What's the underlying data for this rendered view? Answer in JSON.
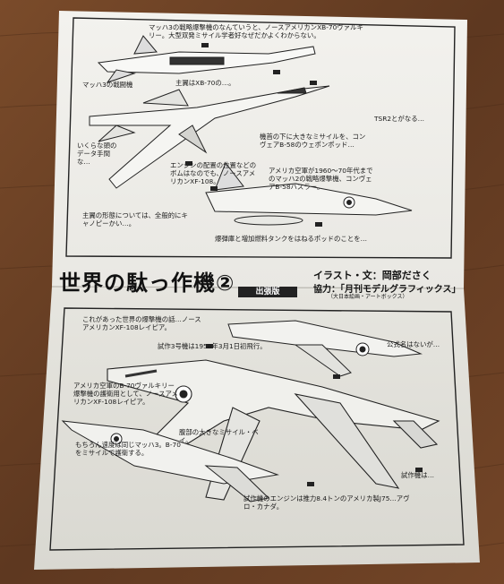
{
  "title": {
    "main": "世界の駄っ作機②",
    "badge": "出張版",
    "illustration_credit": "イラスト・文：岡部ださく",
    "cooperation_credit": "協力：「月刊モデルグラフィックス」",
    "publisher_credit": "（大日本絵画・アートボックス）"
  },
  "top_notes": [
    "マッハ3の戦略爆撃機のなんていうと、ノースアメリカンXB-70ヴァルキリー。大型双発ミサイル学者好なぜだかよくわからない。",
    "主翼はXB-70の…。",
    "マッハ3の戦闘機",
    "エンジンの配置の位置などのボムはなのでも、ノースアメリカンXF-108。",
    "いくらな頭のデータ手間な…",
    "主翼の形態については、全般的にキャノピーかい…。",
    "アメリカ空軍が1960～70年代までのマッハ2の戦略爆撃機、コンヴェアB-58ハスラー。",
    "TSR2とがなる…",
    "機首の下に大きなミサイルを、コンヴェアB-58のウェポンポッド…",
    "爆弾庫と増加燃料タンクをはねるポッドのことを…"
  ],
  "bottom_notes": [
    "これがあった世界の爆撃機の話…ノースアメリカンXF-108レイピア。",
    "試作3号機は1958年3月1日初飛行。",
    "アメリカ空軍のB-70ヴァルキリー爆撃機の護衛用として、ノースアメリカンXF-108レイピア。",
    "もちろん速度は同じマッハ3。B-70をミサイルで護衛する。",
    "腹部の大きなミサイル・ベイ。",
    "試作機のエンジンは推力8.4トンのアメリカ製J75…アヴロ・カナダ。",
    "公式名はないが…",
    "試作機は…"
  ]
}
